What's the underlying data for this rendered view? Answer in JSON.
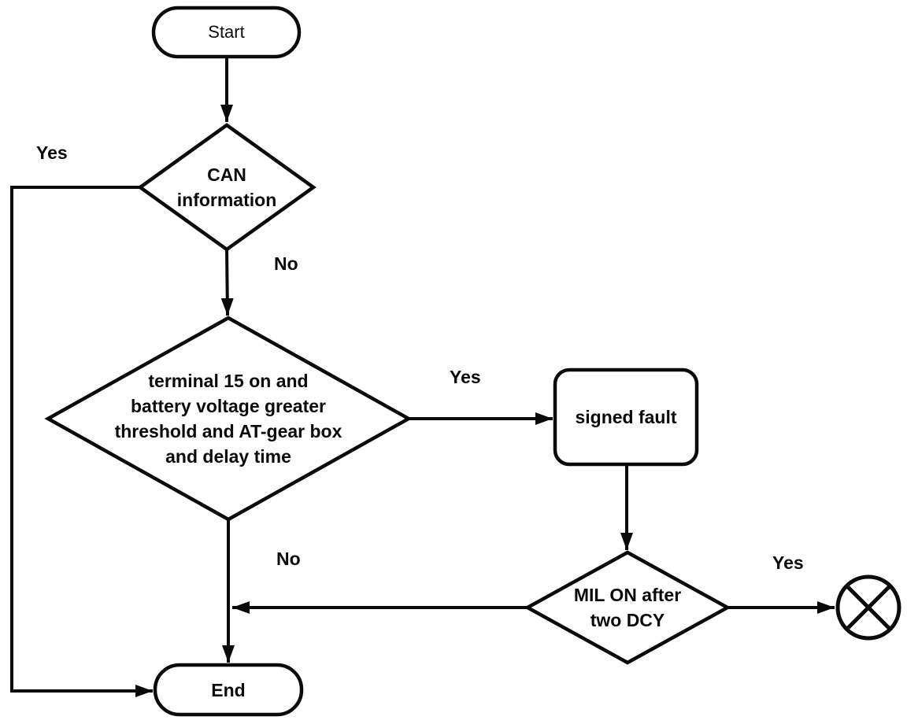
{
  "diagram": {
    "type": "flowchart",
    "colors": {
      "stroke": "#0a0a0a",
      "background": "#ffffff"
    },
    "nodes": {
      "start": {
        "label": "Start",
        "shape": "terminator"
      },
      "can_information": {
        "label": "CAN\ninformation",
        "shape": "decision"
      },
      "conditions": {
        "label": "terminal 15 on and\nbattery voltage greater\nthreshold and AT-gear box\nand delay time",
        "shape": "decision"
      },
      "signed_fault": {
        "label": "signed fault",
        "shape": "process"
      },
      "mil_on": {
        "label": "MIL ON after\ntwo DCY",
        "shape": "decision"
      },
      "end": {
        "label": "End",
        "shape": "terminator"
      },
      "terminate": {
        "label": "",
        "shape": "circle-x",
        "icon": "circle-x-icon"
      }
    },
    "edge_labels": {
      "can_yes": "Yes",
      "can_no": "No",
      "conditions_yes": "Yes",
      "conditions_no": "No",
      "mil_yes": "Yes"
    }
  }
}
